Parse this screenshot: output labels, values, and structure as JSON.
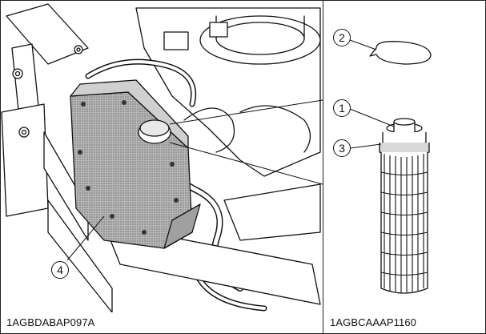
{
  "captions": {
    "left": "1AGBDABAP097A",
    "right": "1AGBCAAAP1160"
  },
  "callouts": {
    "c1": "1",
    "c2": "2",
    "c3": "3",
    "c4": "4"
  },
  "colors": {
    "line": "#111111",
    "fill": "#ffffff",
    "module_shade": "#9a9a9a"
  },
  "icons": {
    "o_ring": "o-ring-seal",
    "filter": "fuel-filter-element",
    "module": "filter-housing-module"
  }
}
